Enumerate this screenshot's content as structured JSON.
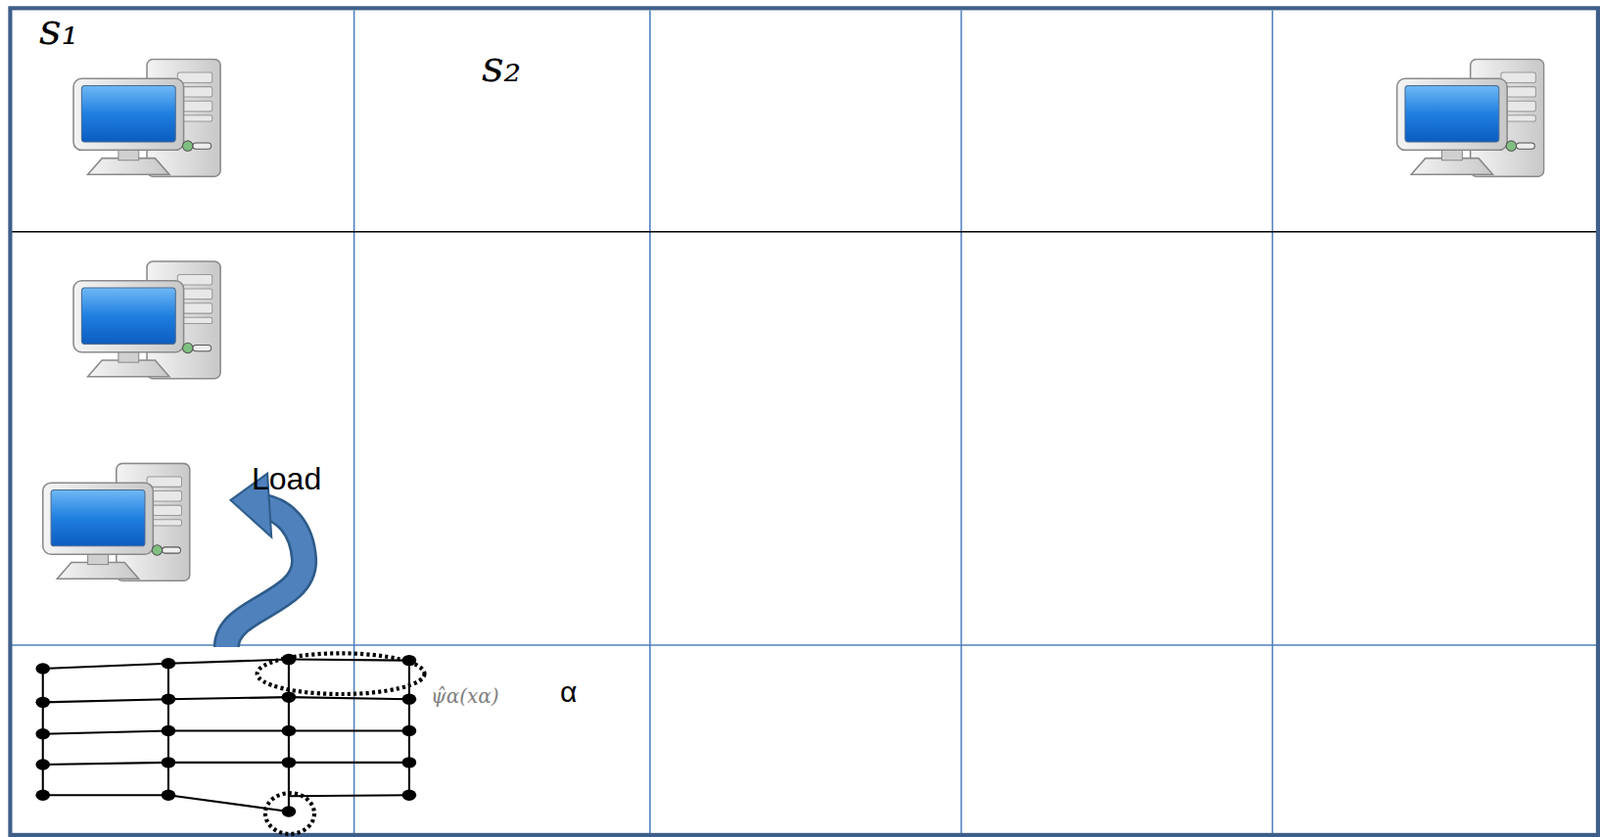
{
  "diagram": {
    "labels": [
      "s₁",
      "s₂",
      "Load",
      "ψ̂α(xα)",
      "α"
    ]
  }
}
